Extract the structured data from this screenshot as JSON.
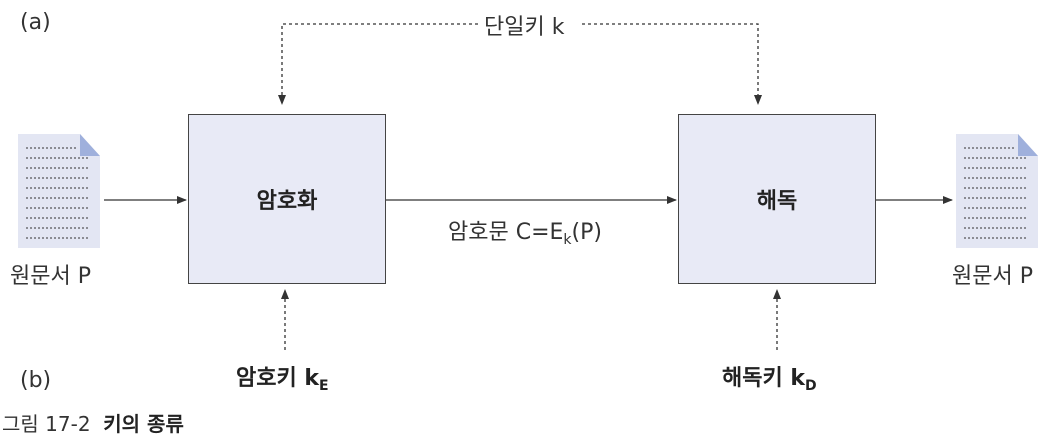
{
  "part_a_label": "(a)",
  "part_b_label": "(b)",
  "single_key_label": "단일키 k",
  "source_doc_label": "원문서 P",
  "encrypt_box_label": "암호화",
  "decrypt_box_label": "해독",
  "ciphertext_label_prefix": "암호문 C=E",
  "ciphertext_label_sub": "k",
  "ciphertext_label_suffix": "(P)",
  "dest_doc_label": "원문서 P",
  "encrypt_key_label": "암호키 k",
  "encrypt_key_sub": "E",
  "decrypt_key_label": "해독키 k",
  "decrypt_key_sub": "D",
  "caption_number": "그림 17-2",
  "caption_title": "키의 종류",
  "colors": {
    "box_fill": "#e8eaf6",
    "doc_fill": "#e3e6f3",
    "doc_fold": "#9fb0dc",
    "line": "#333333"
  }
}
